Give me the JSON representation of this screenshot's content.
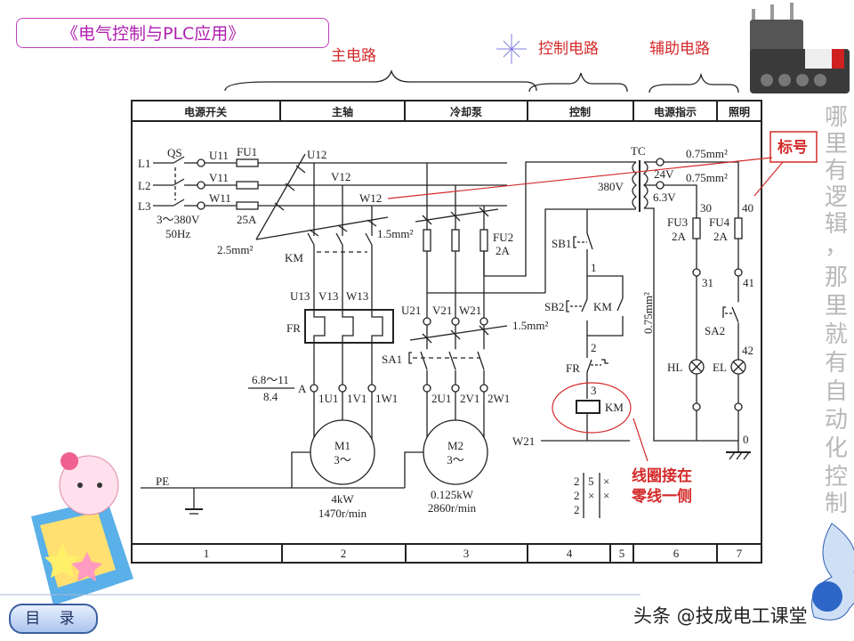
{
  "slide_title": "《电气控制与PLC应用》",
  "section_labels": {
    "main": "主电路",
    "control": "控制电路",
    "aux": "辅助电路"
  },
  "header": [
    "电源开关",
    "主轴",
    "冷却泵",
    "控制",
    "电源指示",
    "照明"
  ],
  "footer": [
    "1",
    "2",
    "3",
    "4",
    "5",
    "6",
    "7"
  ],
  "labels": {
    "qs": "QS",
    "l1": "L1",
    "l2": "L2",
    "l3": "L3",
    "u11": "U11",
    "v11": "V11",
    "w11": "W11",
    "fu1": "FU1",
    "fu1_rating": "25A",
    "supply1": "3～380V",
    "supply2": "50Hz",
    "u12": "U12",
    "v12": "V12",
    "w12": "W12",
    "wire25": "2.5mm²",
    "km": "KM",
    "wire15a": "1.5mm²",
    "fu2": "FU2",
    "fu2_rating": "2A",
    "u13": "U13",
    "v13": "V13",
    "w13": "W13",
    "fr": "FR",
    "u21": "U21",
    "v21": "V21",
    "w21": "W21",
    "wire15b": "1.5mm²",
    "sa1": "SA1",
    "fr_set_top": "6.8～11",
    "fr_set_bottom": "8.4",
    "amp": "A",
    "1u1": "1U1",
    "1v1": "1V1",
    "1w1": "1W1",
    "2u1": "2U1",
    "2v1": "2V1",
    "2w1": "2W1",
    "m1": "M1",
    "m1_phase": "3～",
    "m1_power": "4kW",
    "m1_speed": "1470r/min",
    "m2": "M2",
    "m2_phase": "3～",
    "m2_power": "0.125kW",
    "m2_speed": "2860r/min",
    "pe": "PE",
    "tc": "TC",
    "v380": "380V",
    "v24": "24V",
    "v63": "6.3V",
    "wire075a": "0.75mm²",
    "wire075b": "0.75mm²",
    "wire075c": "0.75mm²",
    "sb1": "SB1",
    "n1": "1",
    "sb2": "SB2",
    "km_aux": "KM",
    "n2": "2",
    "fr_ctrl": "FR",
    "n3": "3",
    "km_coil": "KM",
    "w21_ctrl": "W21",
    "n30": "30",
    "n40": "40",
    "fu3": "FU3",
    "fu3_rating": "2A",
    "fu4": "FU4",
    "fu4_rating": "2A",
    "n31": "31",
    "n41": "41",
    "sa2": "SA2",
    "n42": "42",
    "hl": "HL",
    "el": "EL",
    "n0": "0"
  },
  "contact_table": [
    [
      "2",
      "5",
      "×"
    ],
    [
      "2",
      "×",
      "×"
    ],
    [
      "2",
      "",
      ""
    ]
  ],
  "annotations": {
    "tag_label": "标号",
    "coil_note_1": "线圈接在",
    "coil_note_2": "零线一侧"
  },
  "side_text": [
    "哪",
    "里",
    "有",
    "逻",
    "辑",
    "，",
    "那",
    "里",
    "就",
    "有",
    "自",
    "动",
    "化",
    "控",
    "制"
  ],
  "menu_button": "目 录",
  "watermark": "头条 @技成电工课堂",
  "colors": {
    "annotation": "#d42a2a",
    "title": "#b020b0",
    "side_text": "#b8b8b8"
  }
}
